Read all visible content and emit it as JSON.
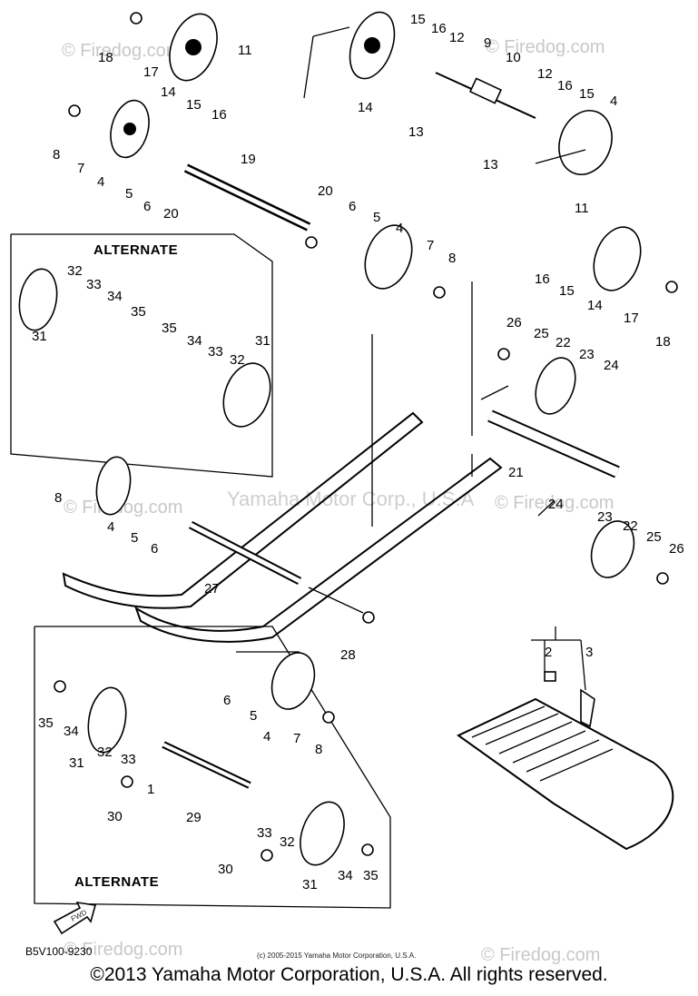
{
  "watermarks": {
    "firedog_label": "Firedog.com",
    "yamaha_center": "Yamaha Motor Corp., U.S.A"
  },
  "panels": {
    "alternate_top": "ALTERNATE",
    "alternate_bottom": "ALTERNATE"
  },
  "callouts": {
    "c18a": "18",
    "c17a": "17",
    "c14a": "14",
    "c15a": "15",
    "c16a": "16",
    "c11a": "11",
    "c14b": "14",
    "c15b": "15",
    "c16b": "16",
    "c12a": "12",
    "c9": "9",
    "c10": "10",
    "c13a": "13",
    "c13b": "13",
    "c12b": "12",
    "c16c": "16",
    "c15c": "15",
    "c4a": "4",
    "c8a": "8",
    "c7a": "7",
    "c4b": "4",
    "c5a": "5",
    "c6a": "6",
    "c20a": "20",
    "c19": "19",
    "c20b": "20",
    "c6b": "6",
    "c5b": "5",
    "c4c": "4",
    "c7b": "7",
    "c8b": "8",
    "c11b": "11",
    "c16d": "16",
    "c15d": "15",
    "c14c": "14",
    "c17b": "17",
    "c18b": "18",
    "c32a": "32",
    "c33a": "33",
    "c34a": "34",
    "c35a": "35",
    "c31a": "31",
    "c35b": "35",
    "c34b": "34",
    "c33b": "33",
    "c32b": "32",
    "c31b": "31",
    "c26a": "26",
    "c25a": "25",
    "c22a": "22",
    "c23a": "23",
    "c24a": "24",
    "c21": "21",
    "c8c": "8",
    "c4d": "4",
    "c5c": "5",
    "c6c": "6",
    "c24b": "24",
    "c23b": "23",
    "c22b": "22",
    "c25b": "25",
    "c26b": "26",
    "c27": "27",
    "c28": "28",
    "c2": "2",
    "c3": "3",
    "c6d": "6",
    "c5d": "5",
    "c4e": "4",
    "c7c": "7",
    "c8d": "8",
    "c35c": "35",
    "c34c": "34",
    "c31c": "31",
    "c32c": "32",
    "c33c": "33",
    "c1": "1",
    "c30a": "30",
    "c29": "29",
    "c33d": "33",
    "c32d": "32",
    "c30b": "30",
    "c31d": "31",
    "c34d": "34",
    "c35d": "35"
  },
  "diagram_code": "B5V100-9230",
  "fwd_label": "FWD",
  "small_copyright": "(c) 2005-2015 Yamaha Motor Corporation, U.S.A.",
  "footer": "©2013 Yamaha Motor Corporation, U.S.A. All rights reserved."
}
